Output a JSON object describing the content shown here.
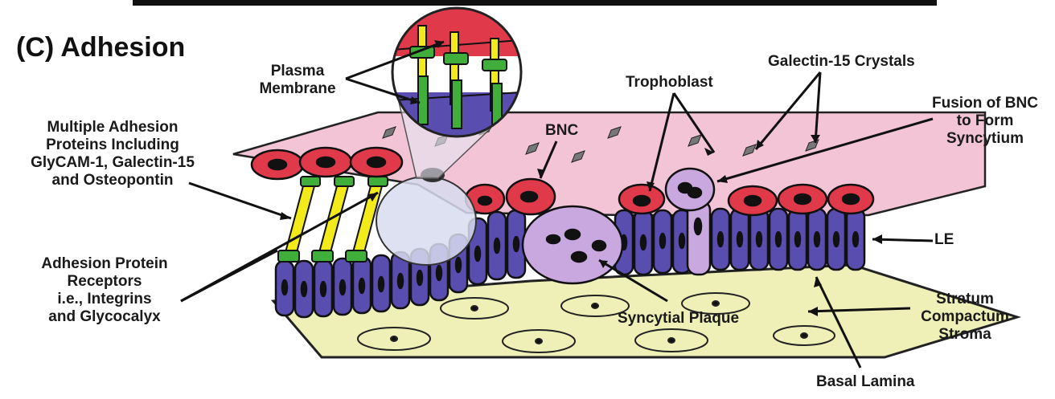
{
  "title": "(C) Adhesion",
  "labels": {
    "plasma_membrane": [
      "Plasma",
      "Membrane"
    ],
    "multiple_adhesion_proteins": [
      "Multiple Adhesion",
      "Proteins Including",
      "GlyCAM-1, Galectin-15",
      "and Osteopontin"
    ],
    "adhesion_protein_receptors": [
      "Adhesion Protein",
      "Receptors",
      "i.e., Integrins",
      "and Glycocalyx"
    ],
    "galectin_crystals": "Galectin-15 Crystals",
    "trophoblast": "Trophoblast",
    "bnc": "BNC",
    "fusion_bnc": [
      "Fusion of BNC",
      "to Form",
      "Syncytium"
    ],
    "le": "LE",
    "stratum": [
      "Stratum",
      "Compactum",
      "Stroma"
    ],
    "syncytial_plaque": "Syncytial Plaque",
    "basal_lamina": "Basal Lamina"
  },
  "colors": {
    "trophoblast_layer": "#f2c4d6",
    "stroma": "#eef0b8",
    "epithelium": "#5a4db0",
    "trophoblast_cell": "#e03a4a",
    "bnc": "#c9a8e0",
    "adhesion_protein": "#f2ea1a",
    "receptor": "#3fae3a",
    "nucleus": "#111111"
  }
}
